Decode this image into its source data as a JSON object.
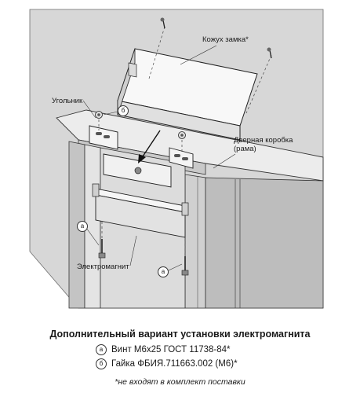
{
  "labels": {
    "cover": "Кожух замка*",
    "bracket": "Угольник",
    "door_frame_line1": "Дверная коробка",
    "door_frame_line2": "(рама)",
    "electromagnet": "Электромагнит"
  },
  "markers": {
    "a": "а",
    "b": "б"
  },
  "caption": {
    "title": "Дополнительный вариант установки электромагнита",
    "legend": [
      {
        "marker": "а",
        "text": "Винт  М6х25  ГОСТ  11738-84*"
      },
      {
        "marker": "б",
        "text": "Гайка ФБИЯ.711663.002 (М6)*"
      }
    ],
    "footnote": "*не входят в комплект поставки"
  }
}
